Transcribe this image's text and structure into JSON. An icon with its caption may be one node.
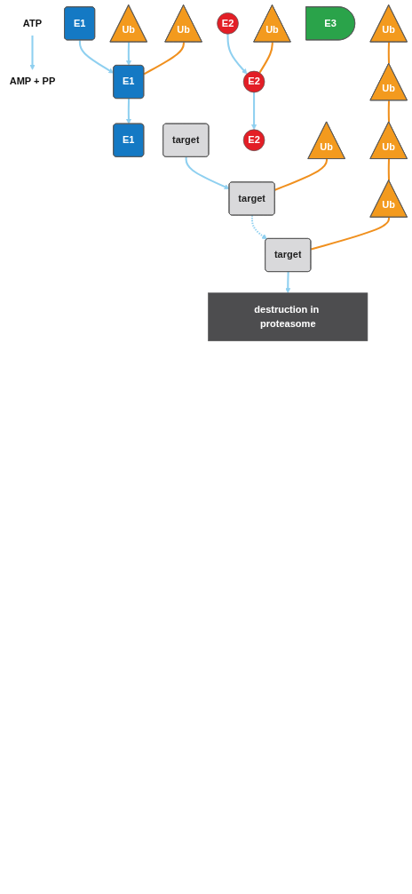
{
  "diagram": {
    "nodes": [
      {
        "text": [
          "E1"
        ]
      },
      {
        "text": [
          "ATP"
        ]
      },
      {
        "text": [
          "Ub"
        ]
      },
      {
        "text": [
          "AMP + PP"
        ]
      },
      {
        "text": [
          "E2"
        ]
      },
      {
        "text": [
          "Ub"
        ]
      },
      {
        "text": [
          "E1"
        ]
      },
      {
        "text": [
          "E1"
        ]
      },
      {
        "text": [
          "target"
        ]
      },
      {
        "text": [
          "Ub"
        ]
      },
      {
        "text": [
          "E2"
        ]
      },
      {
        "text": [
          "E3"
        ]
      },
      {
        "text": [
          "E2"
        ]
      },
      {
        "text": [
          "Ub"
        ]
      },
      {
        "text": [
          "target"
        ]
      },
      {
        "text": [
          "Ub"
        ]
      },
      {
        "text": [
          "Ub"
        ]
      },
      {
        "text": [
          "Ub"
        ]
      },
      {
        "text": [
          "Ub"
        ]
      },
      {
        "text": [
          "target"
        ]
      },
      {
        "text": [
          "destruction in proteasome"
        ]
      }
    ],
    "edges": [
      {
        "from": 0,
        "to": 6,
        "arrow": "to"
      },
      {
        "from": 1,
        "to": 3,
        "arrow": "to"
      },
      {
        "from": 2,
        "to": 6,
        "arrow": "to"
      },
      {
        "from": 5,
        "to": 6,
        "arrow": "none",
        "color": "#f0901e"
      },
      {
        "from": 4,
        "to": 10,
        "arrow": "to"
      },
      {
        "from": 6,
        "to": 7,
        "arrow": "to"
      },
      {
        "from": 9,
        "to": 10,
        "arrow": "none",
        "color": "#f0901e"
      },
      {
        "from": 8,
        "to": 14,
        "arrow": "to"
      },
      {
        "from": 10,
        "to": 12,
        "arrow": "to"
      },
      {
        "from": 13,
        "to": 14,
        "arrow": "none",
        "color": "#f0901e"
      },
      {
        "from": 14,
        "to": 19,
        "arrow": "to",
        "style": "dashed"
      },
      {
        "from": 15,
        "to": 16,
        "arrow": "none",
        "color": "#f0901e"
      },
      {
        "from": 16,
        "to": 17,
        "arrow": "none",
        "color": "#f0901e"
      },
      {
        "from": 17,
        "to": 18,
        "arrow": "none",
        "color": "#f0901e"
      },
      {
        "from": 18,
        "to": 19,
        "arrow": "none",
        "color": "#f0901e"
      },
      {
        "from": 19,
        "to": 20,
        "arrow": "to"
      }
    ]
  }
}
